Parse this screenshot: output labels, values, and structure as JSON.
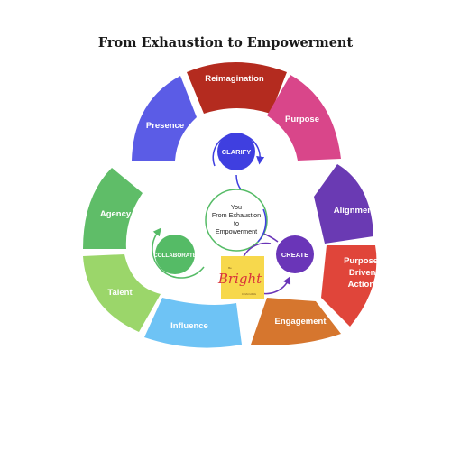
{
  "title": "From Exhaustion to Empowerment",
  "colors": {
    "reimagination": "#b42b1f",
    "purpose": "#d9468a",
    "alignment": "#6a3ab3",
    "purpose_driven": "#e0453a",
    "engagement": "#d6762e",
    "influence": "#6ec3f5",
    "talent": "#9bd66a",
    "agency": "#5fbd68",
    "presence": "#5b5ce6",
    "clarify": "#3f3fe0",
    "create": "#6a35b8",
    "collaborate": "#55bb66",
    "logo_bg": "#f7d84c"
  },
  "segments": [
    {
      "id": "reimagination",
      "label": "Reimagination"
    },
    {
      "id": "purpose",
      "label": "Purpose"
    },
    {
      "id": "alignment",
      "label": "Alignment"
    },
    {
      "id": "purpose_driven",
      "label": "Purpose-\nDriven\nActions"
    },
    {
      "id": "engagement",
      "label": "Engagement"
    },
    {
      "id": "influence",
      "label": "Influence"
    },
    {
      "id": "talent",
      "label": "Talent"
    },
    {
      "id": "agency",
      "label": "Agency"
    },
    {
      "id": "presence",
      "label": "Presence"
    }
  ],
  "hubs": {
    "clarify": "CLARIFY",
    "create": "CREATE",
    "collaborate": "COLLABORATE"
  },
  "center": {
    "line1": "You",
    "line2": "From Exhaustion",
    "line3": "to",
    "line4": "Empowerment"
  },
  "logo": {
    "top_text": "Be",
    "script_text": "Bright",
    "bottom_text": "COACHING"
  }
}
